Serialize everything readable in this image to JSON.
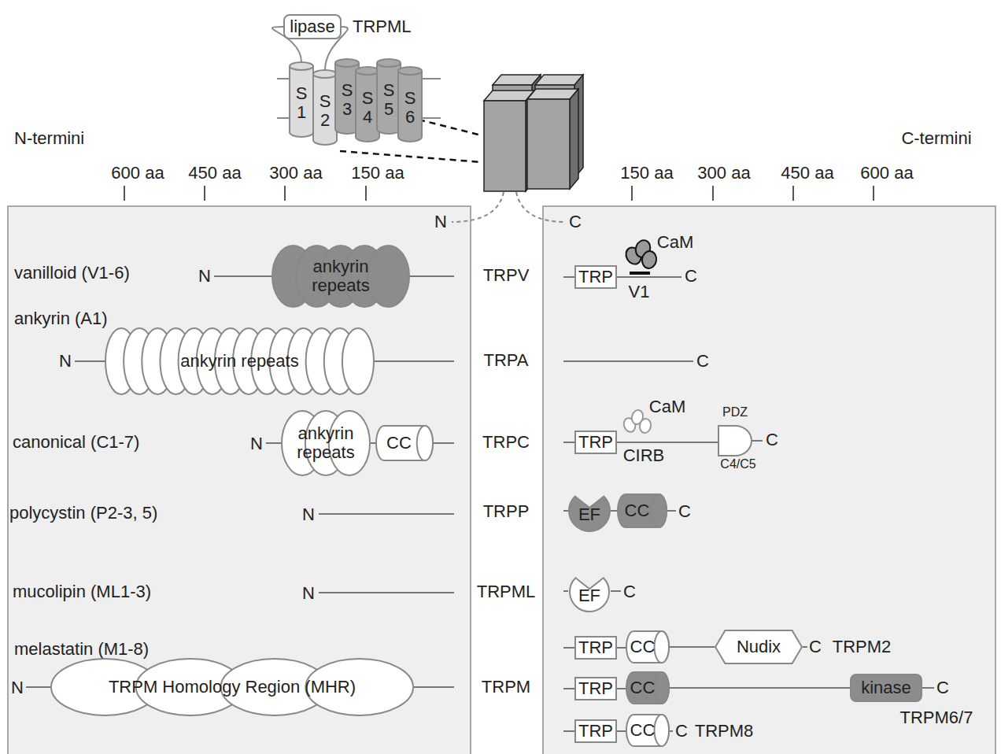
{
  "diagram": {
    "nodes": [
      {
        "text": [
          "lipase"
        ]
      },
      {
        "text": [
          "S 1"
        ]
      },
      {
        "text": [
          "S 2"
        ]
      },
      {
        "text": [
          "S 3"
        ]
      },
      {
        "text": [
          "S 4"
        ]
      },
      {
        "text": [
          "S 5"
        ]
      },
      {
        "text": [
          "S 6"
        ]
      },
      {
        "text": [
          "ankyrin repeats"
        ]
      },
      {
        "text": [
          "TRP"
        ]
      },
      {
        "text": [
          "ankyrin repeats"
        ]
      },
      {
        "text": [
          "ankyrin repeats"
        ]
      },
      {
        "text": [
          "CC"
        ]
      },
      {
        "text": [
          "TRP"
        ]
      },
      {
        "text": [
          "PDZ",
          "C4/C5"
        ]
      },
      {
        "text": [
          "EF"
        ]
      },
      {
        "text": [
          "CC"
        ]
      },
      {
        "text": [
          "EF"
        ]
      },
      {
        "text": [
          "TRP"
        ]
      },
      {
        "text": [
          "CC"
        ]
      },
      {
        "text": [
          "Nudix"
        ]
      },
      {
        "text": [
          "TRPM Homology Region (MHR)"
        ]
      },
      {
        "text": [
          "TRP"
        ]
      },
      {
        "text": [
          "CC"
        ]
      },
      {
        "text": [
          "kinase"
        ]
      },
      {
        "text": [
          "TRP"
        ]
      },
      {
        "text": [
          "CC"
        ]
      }
    ],
    "edges": [
      {
        "from": 0,
        "to": 1,
        "arrow": "none"
      },
      {
        "from": 0,
        "to": 2,
        "arrow": "none"
      },
      {
        "from": 10,
        "to": 11,
        "arrow": "none"
      },
      {
        "from": 12,
        "to": 13,
        "arrow": "none"
      },
      {
        "from": 14,
        "to": 15,
        "arrow": "none"
      },
      {
        "from": 17,
        "to": 18,
        "arrow": "none"
      },
      {
        "from": 18,
        "to": 19,
        "arrow": "none"
      },
      {
        "from": 21,
        "to": 22,
        "arrow": "none"
      },
      {
        "from": 22,
        "to": 23,
        "arrow": "none"
      },
      {
        "from": 24,
        "to": 25,
        "arrow": "none"
      }
    ],
    "labels": [
      "TRPML",
      "N-termini",
      "C-termini",
      "600 aa",
      "450 aa",
      "300 aa",
      "150 aa",
      "150 aa",
      "300 aa",
      "450 aa",
      "600 aa",
      "N",
      "C",
      "vanilloid (V1-6)",
      "N",
      "TRPV",
      "CaM",
      "V1",
      "C",
      "ankyrin (A1)",
      "N",
      "TRPA",
      "C",
      "canonical (C1-7)",
      "N",
      "TRPC",
      "CaM",
      "CIRB",
      "C",
      "polycystin (P2-3, 5)",
      "N",
      "TRPP",
      "C",
      "mucolipin (ML1-3)",
      "N",
      "TRPML",
      "C",
      "melastatin (M1-8)",
      "N",
      "TRPM",
      "C",
      "TRPM2",
      "C",
      "TRPM6/7",
      "C",
      "TRPM8"
    ]
  }
}
